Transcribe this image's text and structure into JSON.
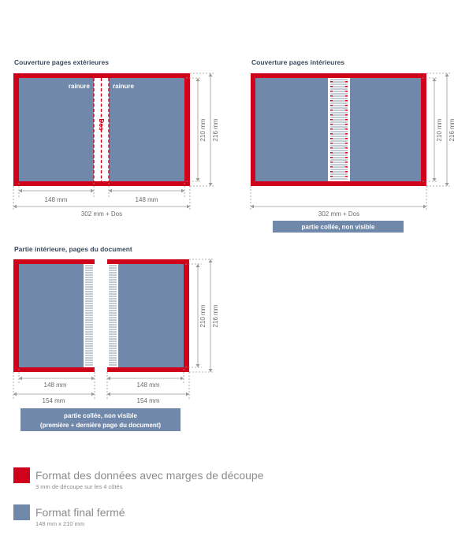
{
  "colors": {
    "bleed": "#d0021b",
    "final": "#7088aa",
    "note_bg": "#7088aa",
    "dim": "#9a9a9a"
  },
  "outer_cover": {
    "title": "Couverture pages extérieures",
    "groove_left": "rainure",
    "groove_right": "rainure",
    "spine": "Dos",
    "dim_width_left": "148 mm",
    "dim_width_right": "148 mm",
    "dim_total": "302 mm + Dos",
    "dim_height_final": "210 mm",
    "dim_height_bleed": "216 mm"
  },
  "inner_cover": {
    "title": "Couverture pages intérieures",
    "dim_total": "302 mm + Dos",
    "dim_height_final": "210 mm",
    "dim_height_bleed": "216 mm",
    "note": "partie collée, non visible"
  },
  "inner_pages": {
    "title": "Partie intérieure, pages du document",
    "dim_left_final": "148 mm",
    "dim_left_bleed": "154 mm",
    "dim_right_final": "148 mm",
    "dim_right_bleed": "154 mm",
    "dim_height_final": "210 mm",
    "dim_height_bleed": "216 mm",
    "note_line1": "partie collée, non visible",
    "note_line2": "(première + dernière page du document)"
  },
  "legend": {
    "bleed_title": "Format des données avec marges de découpe",
    "bleed_sub": "3 mm de découpe sur les 4 côtés",
    "final_title": "Format final fermé",
    "final_sub": "148 mm x 210 mm"
  }
}
